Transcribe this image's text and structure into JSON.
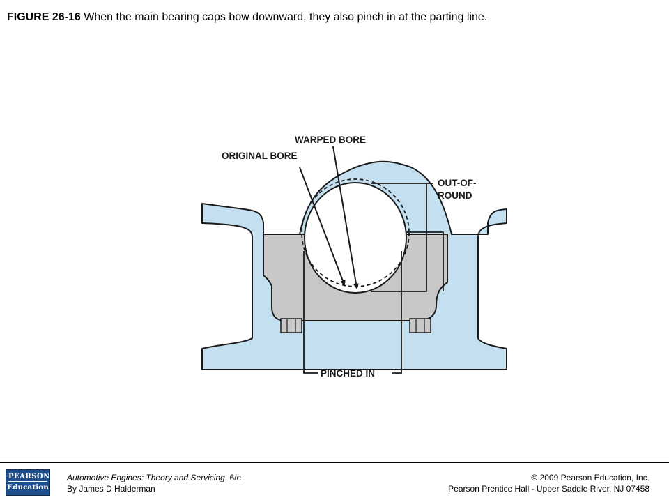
{
  "caption": {
    "label": "FIGURE 26-16",
    "text": " When the main bearing caps bow downward, they also pinch in at the parting line."
  },
  "diagram": {
    "labels": {
      "warped_bore": "WARPED BORE",
      "original_bore": "ORIGINAL BORE",
      "out_of_round_line1": "OUT-OF-",
      "out_of_round_line2": "ROUND",
      "pinched_in": "PINCHED IN"
    },
    "colors": {
      "block_blue": "#c3dff0",
      "cap_gray": "#c8c8c8",
      "outline": "#1a1a1a"
    }
  },
  "footer": {
    "logo_line1": "PEARSON",
    "logo_line2": "Education",
    "book_title": "Automotive Engines: Theory and Servicing",
    "book_edition": ", 6/e",
    "author": "By James D Halderman",
    "copyright": "© 2009 Pearson Education, Inc.",
    "publisher": "Pearson Prentice Hall - Upper Saddle River, NJ 07458"
  }
}
